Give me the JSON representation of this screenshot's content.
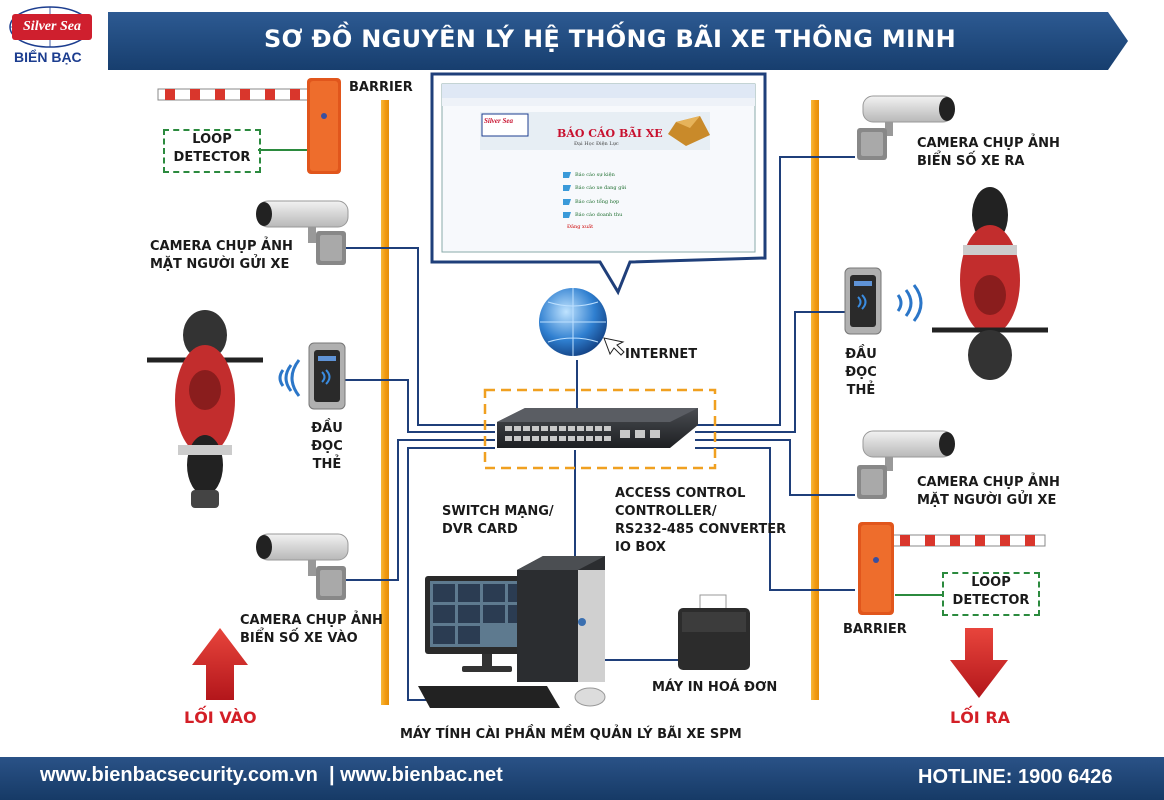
{
  "title": "SƠ ĐỒ NGUYÊN LÝ HỆ THỐNG BÃI XE THÔNG MINH",
  "logo": {
    "brand": "Silver Sea",
    "name": "BIỂN BẠC"
  },
  "labels": {
    "barrier_in": "BARRIER",
    "loop_in_1": "LOOP",
    "loop_in_2": "DETECTOR",
    "cam_face_in_1": "CAMERA CHỤP ẢNH",
    "cam_face_in_2": "MẶT NGƯỜI GỬI XE",
    "reader_in_1": "ĐẦU",
    "reader_in_2": "ĐỌC THẺ",
    "cam_plate_in_1": "CAMERA CHỤP ẢNH",
    "cam_plate_in_2": "BIỂN SỐ XE VÀO",
    "entry": "LỐI VÀO",
    "internet": "INTERNET",
    "switch_1": "SWITCH MẠNG/",
    "switch_2": "DVR CARD",
    "access_1": "ACCESS CONTROL",
    "access_2": "CONTROLLER/",
    "access_3": "RS232-485 CONVERTER",
    "access_4": "IO BOX",
    "printer": "MÁY IN HOÁ ĐƠN",
    "computer": "MÁY TÍNH CÀI PHẦN MỀM QUẢN LÝ BÃI XE SPM",
    "cam_plate_out_1": "CAMERA CHỤP ẢNH",
    "cam_plate_out_2": "BIỂN SỐ XE RA",
    "reader_out_1": "ĐẦU",
    "reader_out_2": "ĐỌC THẺ",
    "cam_face_out_1": "CAMERA CHỤP ẢNH",
    "cam_face_out_2": "MẶT NGƯỜI GỬI XE",
    "barrier_out": "BARRIER",
    "loop_out_1": "LOOP",
    "loop_out_2": "DETECTOR",
    "exit": "LỐI RA"
  },
  "screen": {
    "logo": "Silver Sea",
    "title": "BÁO CÁO BÃI XE",
    "subtitle": "Đại Học Điện Lực",
    "menu": [
      "Báo cáo sự kiện",
      "Báo cáo xe đang gửi",
      "Báo cáo tổng hợp",
      "Báo cáo doanh thu"
    ],
    "logout": "Đăng xuất"
  },
  "footer": {
    "urls": "www.bienbacsecurity.com.vn  | www.bienbac.net",
    "hotline": "HOTLINE: 1900 6426"
  },
  "colors": {
    "navy": "#1f4a7e",
    "accent_red": "#d31f27",
    "pole_orange": "#f0a020",
    "loop_green": "#2b8a3e"
  }
}
